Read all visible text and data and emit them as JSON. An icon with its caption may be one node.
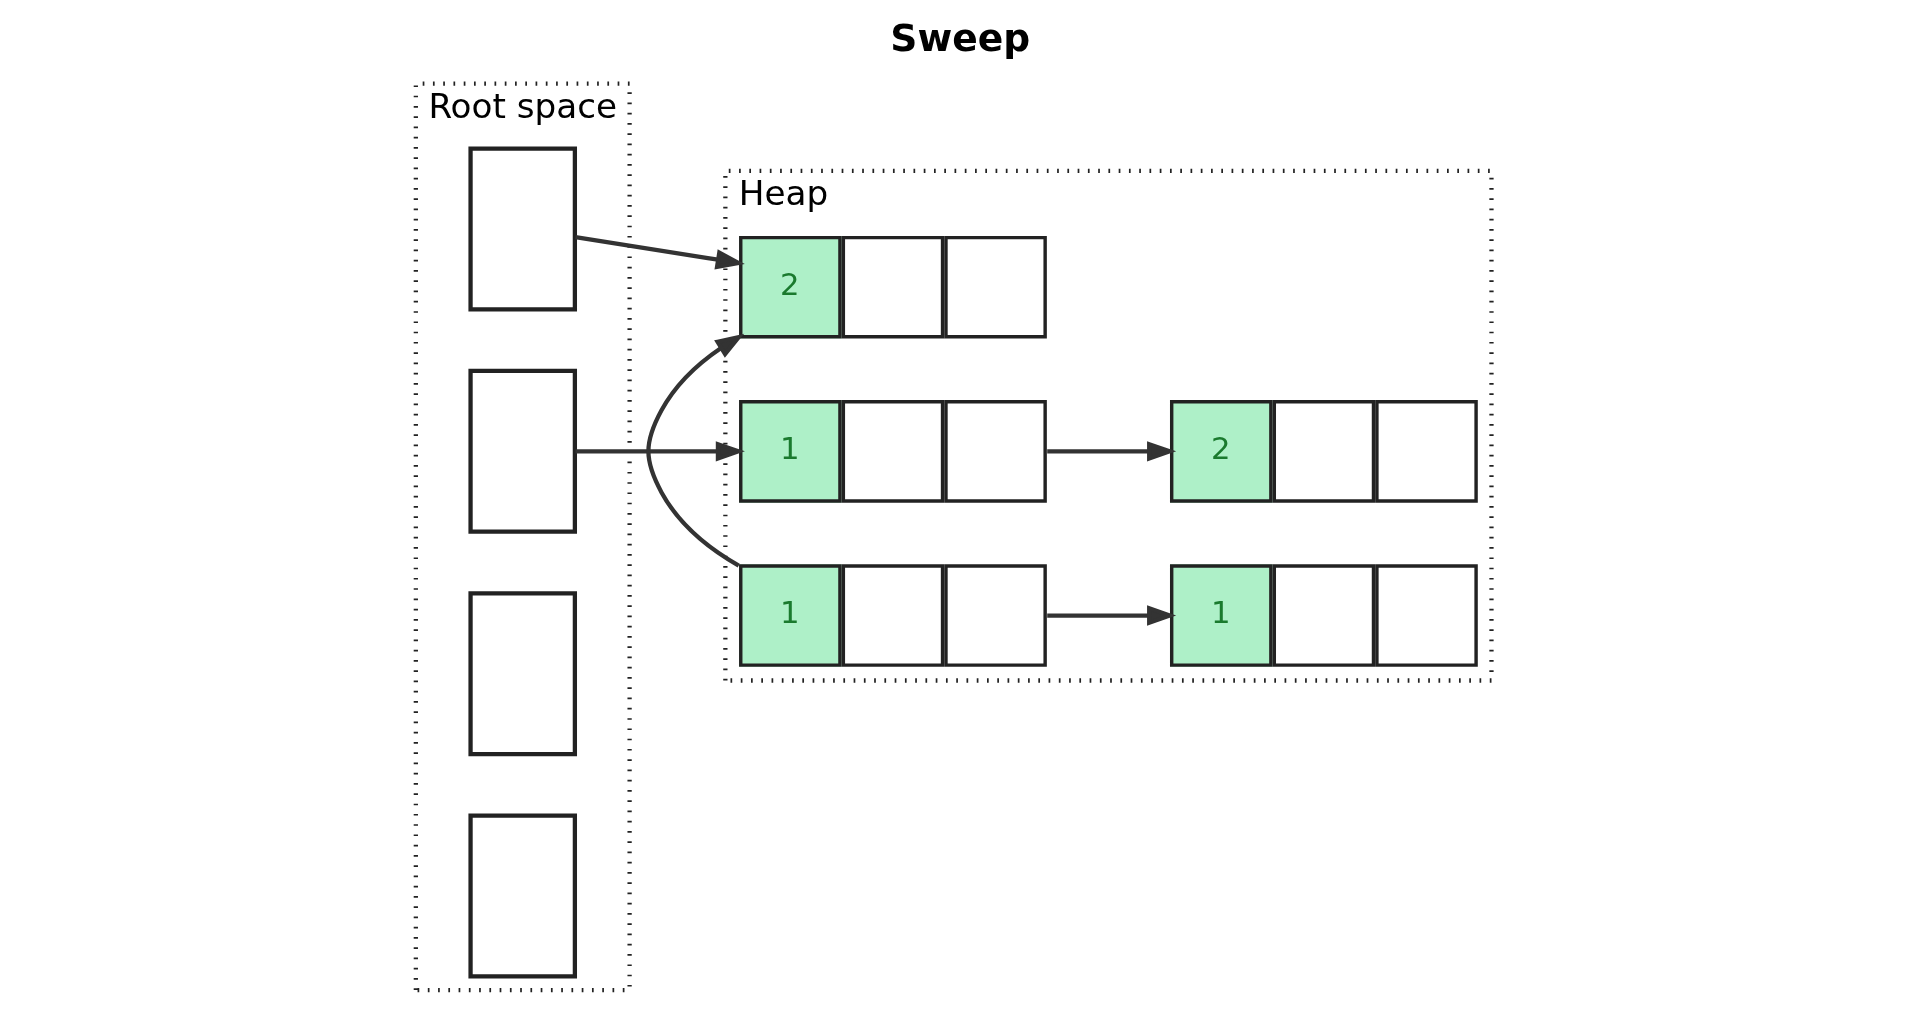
{
  "diagram": {
    "title": "Sweep",
    "nodes": [
      {
        "text": [
          "Root space"
        ]
      },
      {
        "text": [],
        "shape": "box",
        "in": 0
      },
      {
        "text": [],
        "shape": "box",
        "in": 0
      },
      {
        "text": [],
        "shape": "box",
        "in": 0
      },
      {
        "text": [],
        "shape": "box",
        "in": 0
      },
      {
        "text": [
          "Heap"
        ]
      },
      {
        "text": [
          "2"
        ],
        "in": 5
      },
      {
        "text": [
          "1"
        ],
        "in": 5
      },
      {
        "text": [
          "1"
        ],
        "in": 5
      },
      {
        "text": [
          "1"
        ],
        "in": 5
      },
      {
        "text": [
          "2"
        ],
        "in": 5
      }
    ],
    "edges": [
      {
        "from": 1,
        "to": 6,
        "arrow": "to"
      },
      {
        "from": 2,
        "to": 8,
        "arrow": "to"
      },
      {
        "from": 7,
        "to": 6,
        "arrow": "to"
      },
      {
        "from": 7,
        "to": 9,
        "arrow": "to"
      },
      {
        "from": 8,
        "to": 10,
        "arrow": "to"
      }
    ]
  }
}
